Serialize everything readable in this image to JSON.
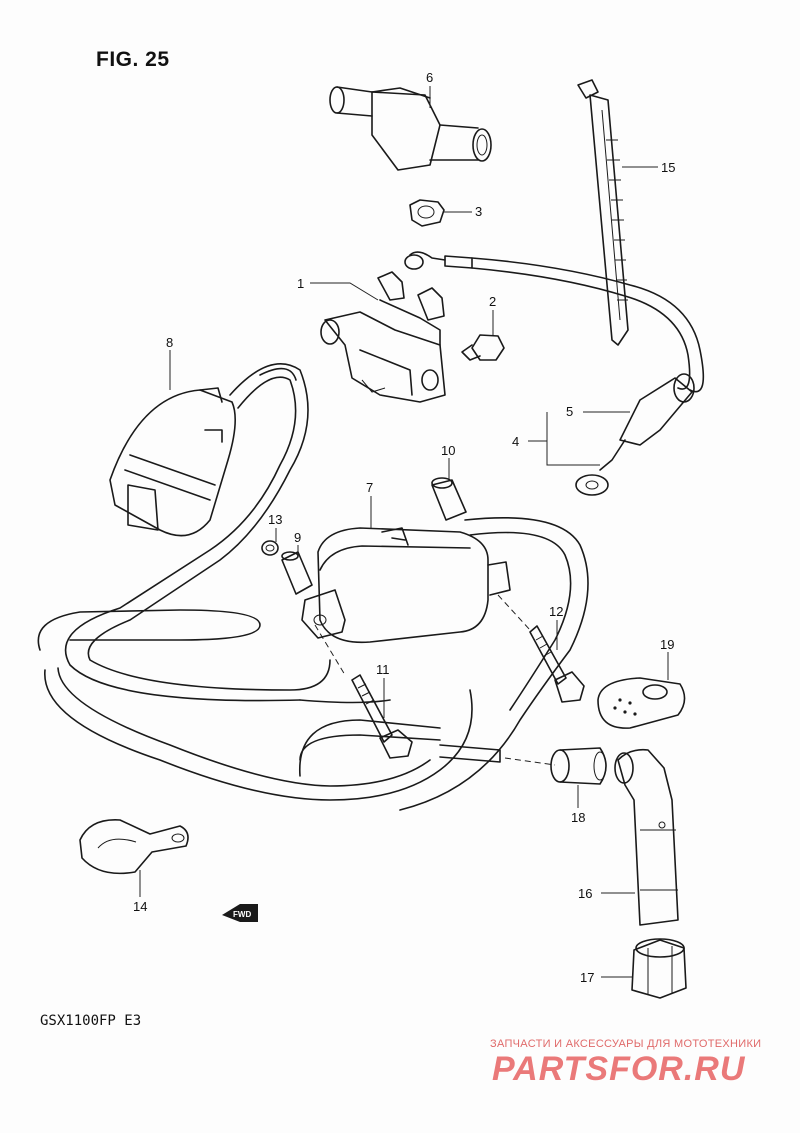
{
  "figure": {
    "title": "FIG. 25",
    "model_code": "GSX1100FP  E3"
  },
  "watermark": {
    "subtitle": "ЗАПЧАСТИ И АКСЕССУАРЫ ДЛЯ МОТОТЕХНИКИ",
    "logo": "PARTSFOR.RU",
    "color": "#e86b6b"
  },
  "direction_marker": {
    "label": "FWD",
    "icon": "arrow-left-icon"
  },
  "callouts": [
    {
      "id": "1",
      "label": "1"
    },
    {
      "id": "2",
      "label": "2"
    },
    {
      "id": "3",
      "label": "3"
    },
    {
      "id": "4",
      "label": "4"
    },
    {
      "id": "5",
      "label": "5"
    },
    {
      "id": "6",
      "label": "6"
    },
    {
      "id": "7",
      "label": "7"
    },
    {
      "id": "8",
      "label": "8"
    },
    {
      "id": "9",
      "label": "9"
    },
    {
      "id": "10",
      "label": "10"
    },
    {
      "id": "11",
      "label": "11"
    },
    {
      "id": "12",
      "label": "12"
    },
    {
      "id": "13",
      "label": "13"
    },
    {
      "id": "14",
      "label": "14"
    },
    {
      "id": "15",
      "label": "15"
    },
    {
      "id": "16",
      "label": "16"
    },
    {
      "id": "17",
      "label": "17"
    },
    {
      "id": "18",
      "label": "18"
    },
    {
      "id": "19",
      "label": "19"
    }
  ]
}
